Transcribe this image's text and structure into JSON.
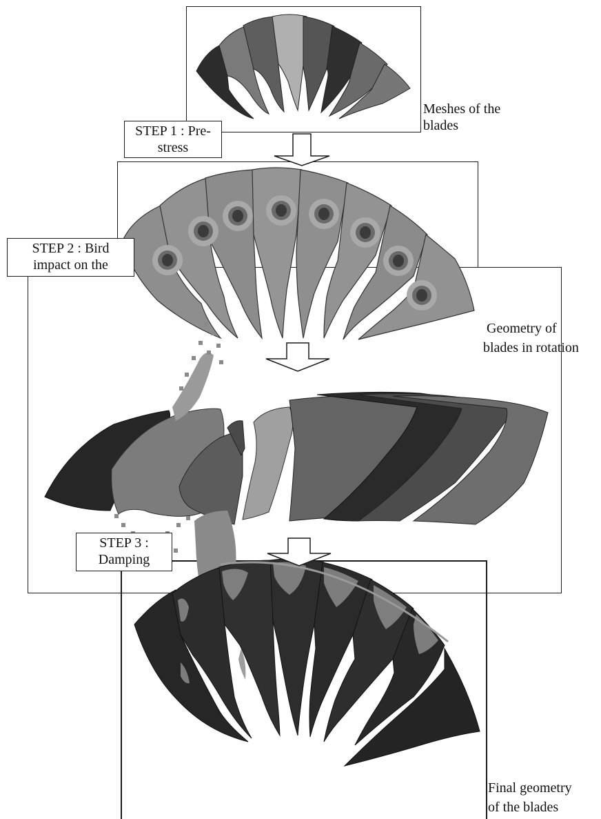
{
  "captions": {
    "meshes_line1": "Meshes of the",
    "meshes_line2": "blades",
    "rotation_line1": "Geometry of",
    "rotation_line2": "blades in rotation",
    "final_line1": "Final geometry",
    "final_line2": "of the blades"
  },
  "steps": {
    "step1_line1": "STEP 1 : Pre-",
    "step1_line2": "stress",
    "step2_line1": "STEP 2 : Bird",
    "step2_line2": "impact on the",
    "step3_line1": "STEP 3 :",
    "step3_line2": "Damping"
  },
  "colors": {
    "frame": "#1a1a1a",
    "arrow": "#ffffff",
    "blade_dark": "#2a2a2a",
    "blade_mid": "#6e6e6e",
    "blade_light": "#b4b4b4",
    "bird_debris": "#8a8a8a"
  }
}
